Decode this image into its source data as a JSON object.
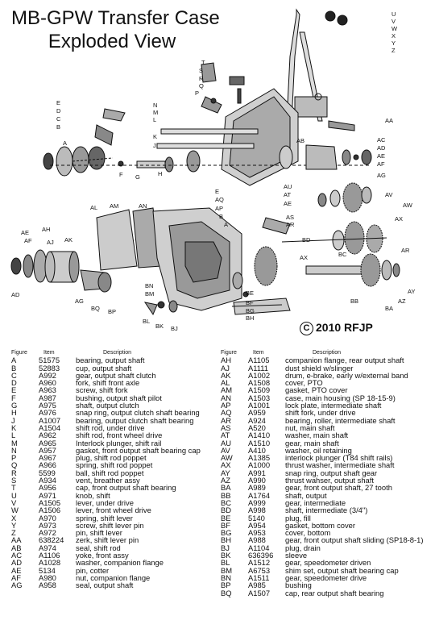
{
  "title": {
    "line1": "MB-GPW Transfer Case",
    "line2": "Exploded View"
  },
  "copyright": "2010 RFJP",
  "copyright_symbol": "C",
  "legend_headers": {
    "figure": "Figure",
    "item": "Item",
    "description": "Description"
  },
  "legend_left": [
    {
      "fig": "A",
      "item": "51575",
      "desc": "bearing, output shaft"
    },
    {
      "fig": "B",
      "item": "52883",
      "desc": "cup, output shaft"
    },
    {
      "fig": "C",
      "item": "A992",
      "desc": "gear, output shaft clutch"
    },
    {
      "fig": "D",
      "item": "A960",
      "desc": "fork, shift front axle"
    },
    {
      "fig": "E",
      "item": "A963",
      "desc": "screw, shift fork"
    },
    {
      "fig": "F",
      "item": "A987",
      "desc": "bushing, output shaft pilot"
    },
    {
      "fig": "G",
      "item": "A975",
      "desc": "shaft, output clutch"
    },
    {
      "fig": "H",
      "item": "A976",
      "desc": "snap ring, output clutch shaft bearing"
    },
    {
      "fig": "J",
      "item": "A1007",
      "desc": "bearing, output clutch shaft bearing"
    },
    {
      "fig": "K",
      "item": "A1504",
      "desc": "shift rod, under drive"
    },
    {
      "fig": "L",
      "item": "A962",
      "desc": "shift rod, front wheel drive"
    },
    {
      "fig": "M",
      "item": "A965",
      "desc": "Interlock plunger, shift rail"
    },
    {
      "fig": "N",
      "item": "A957",
      "desc": "gasket, front output shaft bearing cap"
    },
    {
      "fig": "P",
      "item": "A967",
      "desc": "plug, shift rod poppet"
    },
    {
      "fig": "Q",
      "item": "A966",
      "desc": "spring, shift rod poppet"
    },
    {
      "fig": "R",
      "item": "5599",
      "desc": "ball, shift rod poppet"
    },
    {
      "fig": "S",
      "item": "A934",
      "desc": "vent, breather assy"
    },
    {
      "fig": "T",
      "item": "A956",
      "desc": "cap,  front output shaft bearing"
    },
    {
      "fig": "U",
      "item": "A971",
      "desc": "knob, shift"
    },
    {
      "fig": "V",
      "item": "A1505",
      "desc": "lever, under drive"
    },
    {
      "fig": "W",
      "item": "A1506",
      "desc": "lever, front wheel drive"
    },
    {
      "fig": "X",
      "item": "A970",
      "desc": "spring, shift lever"
    },
    {
      "fig": "Y",
      "item": "A973",
      "desc": "screw, shift lever pin"
    },
    {
      "fig": "Z",
      "item": "A972",
      "desc": "pin, shift lever"
    },
    {
      "fig": "AA",
      "item": "638224",
      "desc": "zerk, shift lever pin"
    },
    {
      "fig": "AB",
      "item": "A974",
      "desc": "seal, shift rod"
    },
    {
      "fig": "AC",
      "item": "A1106",
      "desc": "yoke, front assy"
    },
    {
      "fig": "AD",
      "item": "A1028",
      "desc": "washer, companion flange"
    },
    {
      "fig": "AE",
      "item": "5134",
      "desc": "pin, cotter"
    },
    {
      "fig": "AF",
      "item": "A980",
      "desc": "nut, companion flange"
    },
    {
      "fig": "AG",
      "item": "A958",
      "desc": "seal, output shaft"
    }
  ],
  "legend_right": [
    {
      "fig": "AH",
      "item": "A1105",
      "desc": "companion flange, rear output shaft"
    },
    {
      "fig": "AJ",
      "item": "A1111",
      "desc": "dust shield w/slinger"
    },
    {
      "fig": "AK",
      "item": "A1002",
      "desc": "drum, e-brake, early w/external band"
    },
    {
      "fig": "AL",
      "item": "A1508",
      "desc": "cover, PTO"
    },
    {
      "fig": "AM",
      "item": "A1509",
      "desc": "gasket, PTO cover"
    },
    {
      "fig": "AN",
      "item": "A1503",
      "desc": "case, main housing (SP 18-15-9)"
    },
    {
      "fig": "AP",
      "item": "A1001",
      "desc": "lock plate, intermediate shaft"
    },
    {
      "fig": "AQ",
      "item": "A959",
      "desc": "shift fork, under drive"
    },
    {
      "fig": "AR",
      "item": "A924",
      "desc": "bearing, roller, intermediate shaft"
    },
    {
      "fig": "AS",
      "item": "A520",
      "desc": "nut, main shaft"
    },
    {
      "fig": "AT",
      "item": "A1410",
      "desc": "washer, main shaft"
    },
    {
      "fig": "AU",
      "item": "A1510",
      "desc": "gear, main shaft"
    },
    {
      "fig": "AV",
      "item": "A410",
      "desc": "washer, oil retaining"
    },
    {
      "fig": "AW",
      "item": "A1385",
      "desc": "interlock plunger (T84 shift rails)"
    },
    {
      "fig": "AX",
      "item": "A1000",
      "desc": "thrust washer, intermediate shaft"
    },
    {
      "fig": "AY",
      "item": "A991",
      "desc": "snap ring, output shaft gear"
    },
    {
      "fig": "AZ",
      "item": "A990",
      "desc": "thrust wahser, output shaft"
    },
    {
      "fig": "BA",
      "item": "A989",
      "desc": "gear, front output shaft, 27 tooth"
    },
    {
      "fig": "BB",
      "item": "A1764",
      "desc": "shaft, output"
    },
    {
      "fig": "BC",
      "item": "A999",
      "desc": "gear, intermediate"
    },
    {
      "fig": "BD",
      "item": "A998",
      "desc": "shaft, intermediate (3/4\")"
    },
    {
      "fig": "BE",
      "item": "5140",
      "desc": "plug, fill"
    },
    {
      "fig": "BF",
      "item": "A954",
      "desc": "gasket, bottom cover"
    },
    {
      "fig": "BG",
      "item": "A953",
      "desc": "cover, bottom"
    },
    {
      "fig": "BH",
      "item": "A988",
      "desc": "gear, front output shaft sliding (SP18-8-1)"
    },
    {
      "fig": "BJ",
      "item": "A1104",
      "desc": "plug, drain"
    },
    {
      "fig": "BK",
      "item": "636396",
      "desc": "sleeve"
    },
    {
      "fig": "BL",
      "item": "A1512",
      "desc": "gear, speedometer driven"
    },
    {
      "fig": "BM",
      "item": "A6753",
      "desc": "shim set, output shaft bearing cap"
    },
    {
      "fig": "BN",
      "item": "A1511",
      "desc": "gear, speedometer drive"
    },
    {
      "fig": "BP",
      "item": "A985",
      "desc": "bushing"
    },
    {
      "fig": "BQ",
      "item": "A1507",
      "desc": "cap, rear output shaft bearing"
    }
  ],
  "diagram_labels": [
    "U",
    "V",
    "W",
    "X",
    "Y",
    "Z",
    "T",
    "S",
    "R",
    "Q",
    "P",
    "E",
    "D",
    "C",
    "B",
    "N",
    "M",
    "L",
    "K",
    "J",
    "A",
    "F",
    "G",
    "H",
    "AA",
    "AB",
    "AC",
    "AD",
    "AE",
    "AF",
    "AG",
    "AU",
    "AT",
    "AE",
    "AV",
    "AW",
    "E",
    "AQ",
    "AP",
    "B",
    "A",
    "AS",
    "AR",
    "BD",
    "AX",
    "BC",
    "AR",
    "AY",
    "AZ",
    "BA",
    "BB",
    "BE",
    "BF",
    "BG",
    "BH",
    "AL",
    "AM",
    "AN",
    "AH",
    "AK",
    "AE",
    "AF",
    "AJ",
    "AD",
    "AG",
    "BQ",
    "BP",
    "BN",
    "BM",
    "BL",
    "BK",
    "BJ"
  ]
}
